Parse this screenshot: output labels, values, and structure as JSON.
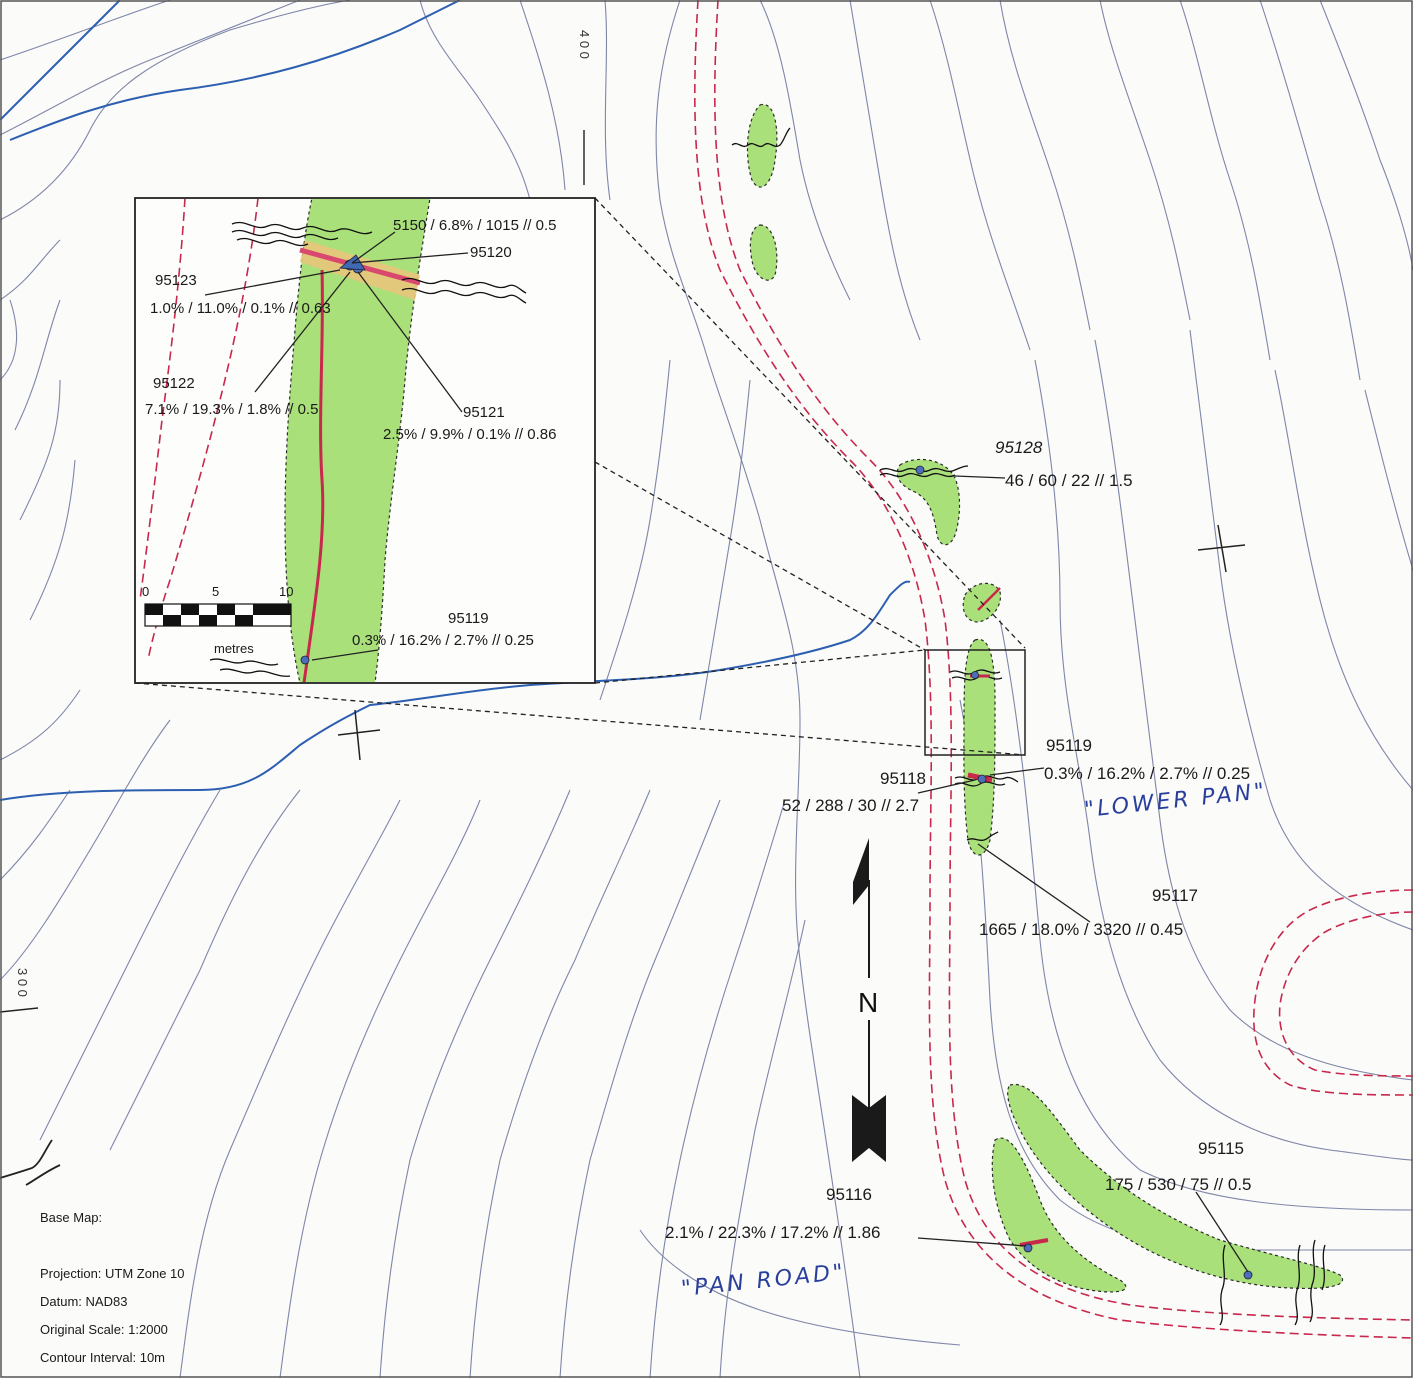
{
  "map": {
    "grid_labels": {
      "top": "4 0 0",
      "left": "3 0 0"
    },
    "north_label": "N",
    "handwritten": {
      "lower_pan": "\"LOWER PAN\"",
      "pan_road": "\"PAN ROAD\""
    },
    "inset": {
      "samples": [
        {
          "id": "95120",
          "values": "5150 / 6.8% / 1015 // 0.5"
        },
        {
          "id": "95123",
          "values": "1.0% / 11.0% / 0.1% // 0.63"
        },
        {
          "id": "95122",
          "values": "7.1% / 19.3% / 1.8% // 0.5"
        },
        {
          "id": "95121",
          "values": "2.5% / 9.9% / 0.1% // 0.86"
        },
        {
          "id": "95119",
          "values": "0.3% / 16.2% / 2.7% // 0.25"
        }
      ],
      "scale_bar": {
        "ticks": [
          "0",
          "5",
          "10"
        ],
        "unit": "metres"
      }
    },
    "samples": [
      {
        "id": "95128",
        "values": "46 / 60 / 22 // 1.5"
      },
      {
        "id": "95119",
        "values": "0.3% / 16.2% / 2.7% // 0.25"
      },
      {
        "id": "95118",
        "values": "52 / 288 / 30 // 2.7"
      },
      {
        "id": "95117",
        "values": "1665 / 18.0% / 3320 // 0.45"
      },
      {
        "id": "95115",
        "values": "175 / 530 / 75 // 0.5"
      },
      {
        "id": "95116",
        "values": "2.1% / 22.3% / 17.2% // 1.86"
      }
    ],
    "legend": {
      "title": "Base Map:",
      "projection": "Projection: UTM Zone 10",
      "datum": "Datum: NAD83",
      "scale": "Original Scale: 1:2000",
      "contour": "Contour Interval: 10m"
    },
    "colors": {
      "wetland": "#a9e07a",
      "river": "#2d5fb0",
      "road": "#c8284b",
      "contour": "#7f86a8",
      "handwriting": "#2a3f9c"
    }
  }
}
